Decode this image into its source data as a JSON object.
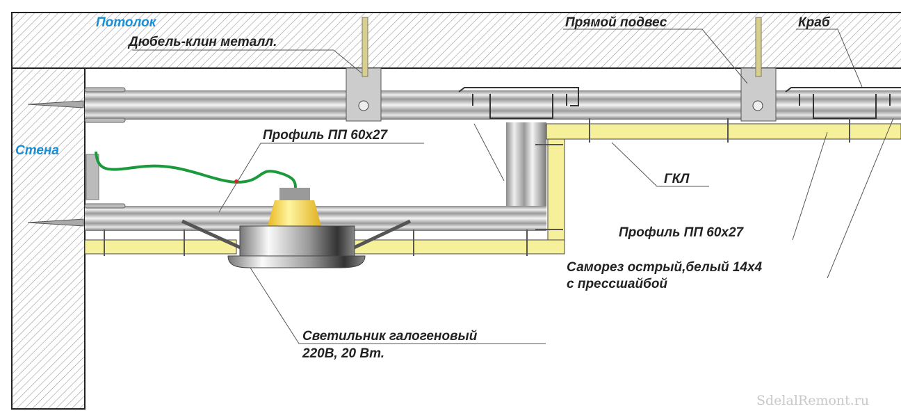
{
  "labels": {
    "ceiling": "Потолок",
    "wall": "Стена",
    "dowel": "Дюбель-клин металл.",
    "direct_hanger": "Прямой подвес",
    "crab": "Краб",
    "profile_top": "Профиль ПП 60x27",
    "gkl": "ГКЛ",
    "profile_right": "Профиль ПП 60x27",
    "screw_line1": "Саморез острый,белый 14x4",
    "screw_line2": "с прессшайбой",
    "lamp_line1": "Светильник галогеновый",
    "lamp_line2": "220В, 20 Вт."
  },
  "watermark": "SdelalRemont.ru",
  "colors": {
    "label_blue": "#1a8fd6",
    "gkl_yellow": "#f7f09a",
    "wire_green": "#1a9a3a",
    "lamp_yellow": "#f4cf3a"
  }
}
